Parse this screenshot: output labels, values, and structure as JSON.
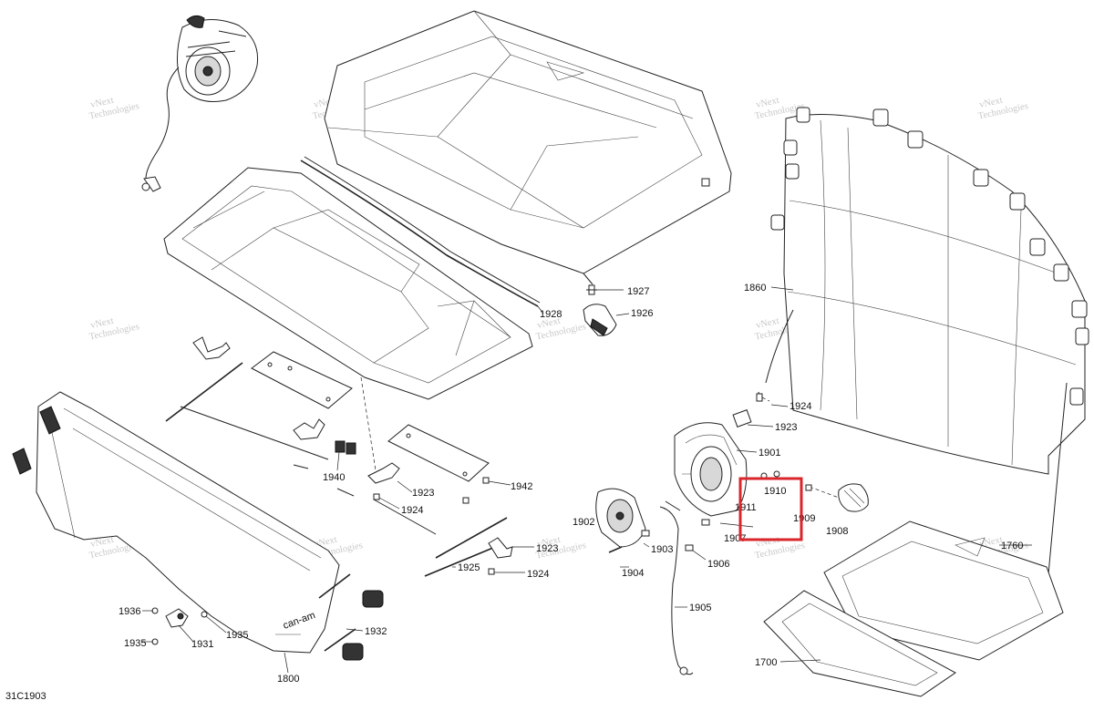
{
  "diagram_code": "31C1903",
  "watermark": {
    "line1": "vNext",
    "line2": "Technologies"
  },
  "parts": [
    {
      "id": "p1927",
      "label": "1927"
    },
    {
      "id": "p1926",
      "label": "1926"
    },
    {
      "id": "p1928",
      "label": "1928"
    },
    {
      "id": "p1860",
      "label": "1860"
    },
    {
      "id": "p1924a",
      "label": "1924"
    },
    {
      "id": "p1923a",
      "label": "1923"
    },
    {
      "id": "p1901",
      "label": "1901"
    },
    {
      "id": "p1911",
      "label": "1911"
    },
    {
      "id": "p1910",
      "label": "1910"
    },
    {
      "id": "p1909",
      "label": "1909"
    },
    {
      "id": "p1908",
      "label": "1908"
    },
    {
      "id": "p1907",
      "label": "1907"
    },
    {
      "id": "p1906",
      "label": "1906"
    },
    {
      "id": "p1760",
      "label": "1760"
    },
    {
      "id": "p1700",
      "label": "1700"
    },
    {
      "id": "p1902",
      "label": "1902"
    },
    {
      "id": "p1903",
      "label": "1903"
    },
    {
      "id": "p1904",
      "label": "1904"
    },
    {
      "id": "p1905",
      "label": "1905"
    },
    {
      "id": "p1923b",
      "label": "1923"
    },
    {
      "id": "p1924b",
      "label": "1924"
    },
    {
      "id": "p1925",
      "label": "1925"
    },
    {
      "id": "p1940",
      "label": "1940"
    },
    {
      "id": "p1923c",
      "label": "1923"
    },
    {
      "id": "p1924c",
      "label": "1924"
    },
    {
      "id": "p1942",
      "label": "1942"
    },
    {
      "id": "p1936",
      "label": "1936"
    },
    {
      "id": "p1935a",
      "label": "1935"
    },
    {
      "id": "p1931",
      "label": "1931"
    },
    {
      "id": "p1935b",
      "label": "1935"
    },
    {
      "id": "p1800",
      "label": "1800"
    },
    {
      "id": "p1932",
      "label": "1932"
    }
  ],
  "highlight": {
    "color": "#d9262b",
    "target": "1910"
  },
  "brand_decal": "can-am"
}
